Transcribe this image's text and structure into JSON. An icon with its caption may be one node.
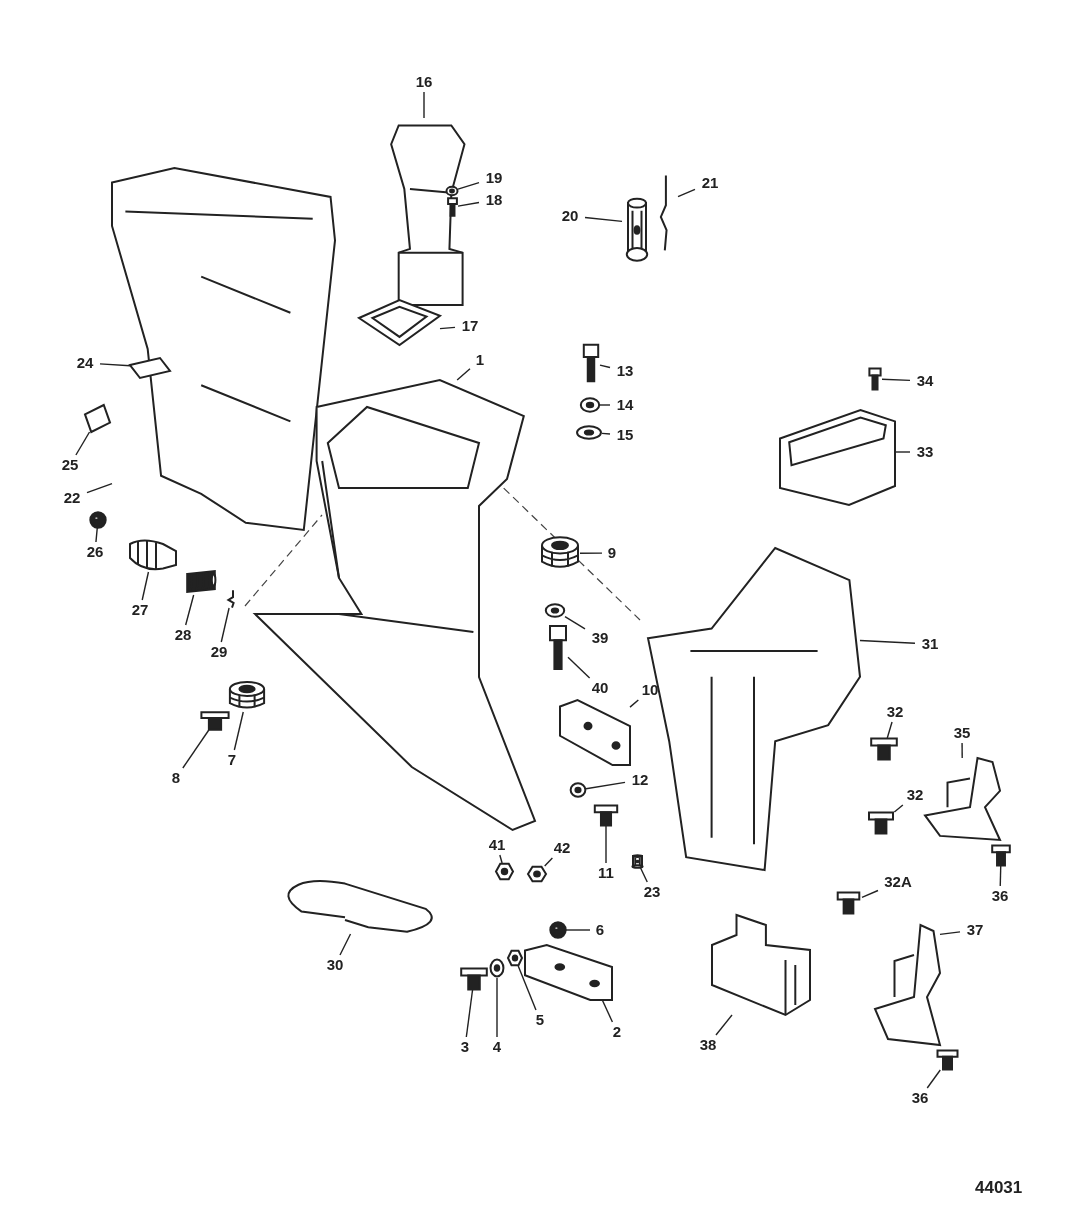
{
  "diagram": {
    "nodes": [
      {
        "text": [
          "16"
        ]
      },
      {
        "text": [],
        "shape": "picture"
      },
      {
        "text": [
          "19"
        ]
      },
      {
        "text": [],
        "shape": "picture"
      },
      {
        "text": [
          "18"
        ]
      },
      {
        "text": [],
        "shape": "picture"
      },
      {
        "text": [
          "20"
        ]
      },
      {
        "text": [],
        "shape": "picture"
      },
      {
        "text": [
          "21"
        ]
      },
      {
        "text": [],
        "shape": "picture"
      },
      {
        "text": [
          "22"
        ]
      },
      {
        "text": [],
        "shape": "picture"
      },
      {
        "text": [
          "24"
        ]
      },
      {
        "text": [],
        "shape": "picture",
        "in": 11
      },
      {
        "text": [
          "17"
        ]
      },
      {
        "text": [],
        "shape": "picture"
      },
      {
        "text": [
          "1"
        ]
      },
      {
        "text": [],
        "shape": "picture"
      },
      {
        "text": [
          "13"
        ]
      },
      {
        "text": [],
        "shape": "picture"
      },
      {
        "text": [
          "34"
        ]
      },
      {
        "text": [],
        "shape": "picture"
      },
      {
        "text": [
          "14"
        ]
      },
      {
        "text": [],
        "shape": "picture"
      },
      {
        "text": [
          "15"
        ]
      },
      {
        "text": [],
        "shape": "picture"
      },
      {
        "text": [
          "33"
        ]
      },
      {
        "text": [],
        "shape": "picture"
      },
      {
        "text": [
          "25"
        ]
      },
      {
        "text": [],
        "shape": "picture"
      },
      {
        "text": [
          "9"
        ]
      },
      {
        "text": [],
        "shape": "picture"
      },
      {
        "text": [
          "26"
        ]
      },
      {
        "text": [],
        "shape": "picture"
      },
      {
        "text": [
          "27"
        ]
      },
      {
        "text": [],
        "shape": "picture"
      },
      {
        "text": [
          "28"
        ]
      },
      {
        "text": [],
        "shape": "picture"
      },
      {
        "text": [
          "29"
        ]
      },
      {
        "text": [],
        "shape": "picture"
      },
      {
        "text": [
          "31"
        ]
      },
      {
        "text": [],
        "shape": "picture"
      },
      {
        "text": [
          "39"
        ]
      },
      {
        "text": [],
        "shape": "picture"
      },
      {
        "text": [
          "40"
        ]
      },
      {
        "text": [],
        "shape": "picture"
      },
      {
        "text": [
          "10"
        ]
      },
      {
        "text": [],
        "shape": "picture"
      },
      {
        "text": [
          "32"
        ]
      },
      {
        "text": [],
        "shape": "picture"
      },
      {
        "text": [
          "8"
        ]
      },
      {
        "text": [],
        "shape": "picture"
      },
      {
        "text": [
          "7"
        ]
      },
      {
        "text": [],
        "shape": "picture"
      },
      {
        "text": [
          "35"
        ]
      },
      {
        "text": [],
        "shape": "picture"
      },
      {
        "text": [
          "12"
        ]
      },
      {
        "text": [],
        "shape": "picture"
      },
      {
        "text": [
          "32"
        ]
      },
      {
        "text": [],
        "shape": "picture"
      },
      {
        "text": [
          "11"
        ]
      },
      {
        "text": [],
        "shape": "picture"
      },
      {
        "text": [
          "41"
        ]
      },
      {
        "text": [],
        "shape": "picture"
      },
      {
        "text": [
          "42"
        ]
      },
      {
        "text": [],
        "shape": "picture"
      },
      {
        "text": [
          "23"
        ]
      },
      {
        "text": [],
        "shape": "picture"
      },
      {
        "text": [
          "36"
        ]
      },
      {
        "text": [],
        "shape": "picture"
      },
      {
        "text": [
          "32A"
        ]
      },
      {
        "text": [],
        "shape": "picture"
      },
      {
        "text": [
          "37"
        ]
      },
      {
        "text": [],
        "shape": "picture"
      },
      {
        "text": [
          "6"
        ]
      },
      {
        "text": [],
        "shape": "picture"
      },
      {
        "text": [
          "30"
        ]
      },
      {
        "text": [],
        "shape": "picture"
      },
      {
        "text": [
          "5"
        ]
      },
      {
        "text": [],
        "shape": "picture"
      },
      {
        "text": [
          "2"
        ]
      },
      {
        "text": [],
        "shape": "picture"
      },
      {
        "text": [
          "38"
        ]
      },
      {
        "text": [],
        "shape": "picture"
      },
      {
        "text": [
          "3"
        ]
      },
      {
        "text": [],
        "shape": "picture"
      },
      {
        "text": [
          "4"
        ]
      },
      {
        "text": [],
        "shape": "picture"
      },
      {
        "text": [
          "36"
        ]
      },
      {
        "text": [],
        "shape": "picture"
      }
    ],
    "edges": [
      {
        "from": 0,
        "to": 1,
        "arrow": "none"
      },
      {
        "from": 2,
        "to": 3,
        "arrow": "none"
      },
      {
        "from": 4,
        "to": 5,
        "arrow": "none"
      },
      {
        "from": 6,
        "to": 7,
        "arrow": "none"
      },
      {
        "from": 8,
        "to": 9,
        "arrow": "none"
      },
      {
        "from": 10,
        "to": 11,
        "arrow": "none"
      },
      {
        "from": 12,
        "to": 13,
        "arrow": "none"
      },
      {
        "from": 14,
        "to": 15,
        "arrow": "none"
      },
      {
        "from": 16,
        "to": 17,
        "arrow": "none"
      },
      {
        "from": 18,
        "to": 19,
        "arrow": "none"
      },
      {
        "from": 20,
        "to": 21,
        "arrow": "none"
      },
      {
        "from": 22,
        "to": 23,
        "arrow": "none"
      },
      {
        "from": 24,
        "to": 25,
        "arrow": "none"
      },
      {
        "from": 26,
        "to": 27,
        "arrow": "none"
      },
      {
        "from": 28,
        "to": 29,
        "arrow": "none"
      },
      {
        "from": 30,
        "to": 31,
        "arrow": "none"
      },
      {
        "from": 32,
        "to": 33,
        "arrow": "none"
      },
      {
        "from": 34,
        "to": 35,
        "arrow": "none"
      },
      {
        "from": 36,
        "to": 37,
        "arrow": "none"
      },
      {
        "from": 38,
        "to": 39,
        "arrow": "none"
      },
      {
        "from": 40,
        "to": 41,
        "arrow": "none"
      },
      {
        "from": 42,
        "to": 43,
        "arrow": "none"
      },
      {
        "from": 44,
        "to": 45,
        "arrow": "none"
      },
      {
        "from": 46,
        "to": 47,
        "arrow": "none"
      },
      {
        "from": 48,
        "to": 49,
        "arrow": "none"
      },
      {
        "from": 50,
        "to": 51,
        "arrow": "none"
      },
      {
        "from": 52,
        "to": 53,
        "arrow": "none"
      },
      {
        "from": 54,
        "to": 55,
        "arrow": "none"
      },
      {
        "from": 56,
        "to": 57,
        "arrow": "none"
      },
      {
        "from": 58,
        "to": 59,
        "arrow": "none"
      },
      {
        "from": 60,
        "to": 61,
        "arrow": "none"
      },
      {
        "from": 62,
        "to": 63,
        "arrow": "none"
      },
      {
        "from": 64,
        "to": 65,
        "arrow": "none"
      },
      {
        "from": 66,
        "to": 67,
        "arrow": "none"
      },
      {
        "from": 68,
        "to": 69,
        "arrow": "none"
      },
      {
        "from": 70,
        "to": 71,
        "arrow": "none"
      },
      {
        "from": 72,
        "to": 73,
        "arrow": "none"
      },
      {
        "from": 74,
        "to": 75,
        "arrow": "none"
      },
      {
        "from": 76,
        "to": 77,
        "arrow": "none"
      },
      {
        "from": 78,
        "to": 79,
        "arrow": "none"
      },
      {
        "from": 80,
        "to": 81,
        "arrow": "none"
      },
      {
        "from": 82,
        "to": 83,
        "arrow": "none"
      },
      {
        "from": 84,
        "to": 85,
        "arrow": "none"
      },
      {
        "from": 86,
        "to": 87,
        "arrow": "none"
      },
      {
        "from": 88,
        "to": 89,
        "arrow": "none"
      }
    ],
    "labels": [
      "44031"
    ]
  }
}
